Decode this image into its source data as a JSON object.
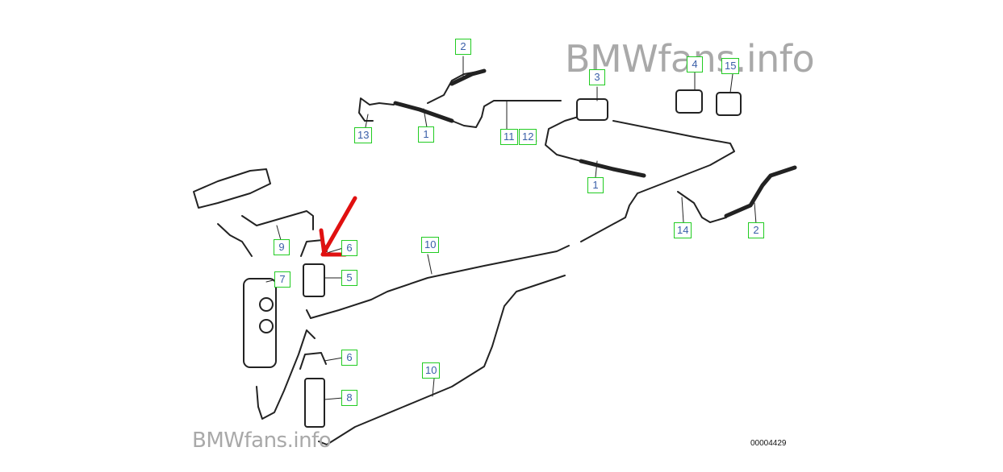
{
  "watermark_top": "BMWfans.info",
  "watermark_bottom": "BMWfans.info",
  "part_code": "00004429",
  "colors": {
    "callout_border": "#22cc22",
    "callout_text": "#3a5fa8",
    "highlight_arrow": "#e01010",
    "line_art": "#222222"
  },
  "callouts": [
    {
      "id": "c2a",
      "label": "2"
    },
    {
      "id": "c3",
      "label": "3"
    },
    {
      "id": "c4",
      "label": "4"
    },
    {
      "id": "c15",
      "label": "15"
    },
    {
      "id": "c13",
      "label": "13"
    },
    {
      "id": "c1a",
      "label": "1"
    },
    {
      "id": "c11",
      "label": "11"
    },
    {
      "id": "c12",
      "label": "12"
    },
    {
      "id": "c1b",
      "label": "1"
    },
    {
      "id": "c14",
      "label": "14"
    },
    {
      "id": "c2b",
      "label": "2"
    },
    {
      "id": "c9",
      "label": "9"
    },
    {
      "id": "c6a",
      "label": "6"
    },
    {
      "id": "c10a",
      "label": "10"
    },
    {
      "id": "c7",
      "label": "7"
    },
    {
      "id": "c5",
      "label": "5"
    },
    {
      "id": "c6b",
      "label": "6"
    },
    {
      "id": "c10b",
      "label": "10"
    },
    {
      "id": "c8",
      "label": "8"
    }
  ]
}
